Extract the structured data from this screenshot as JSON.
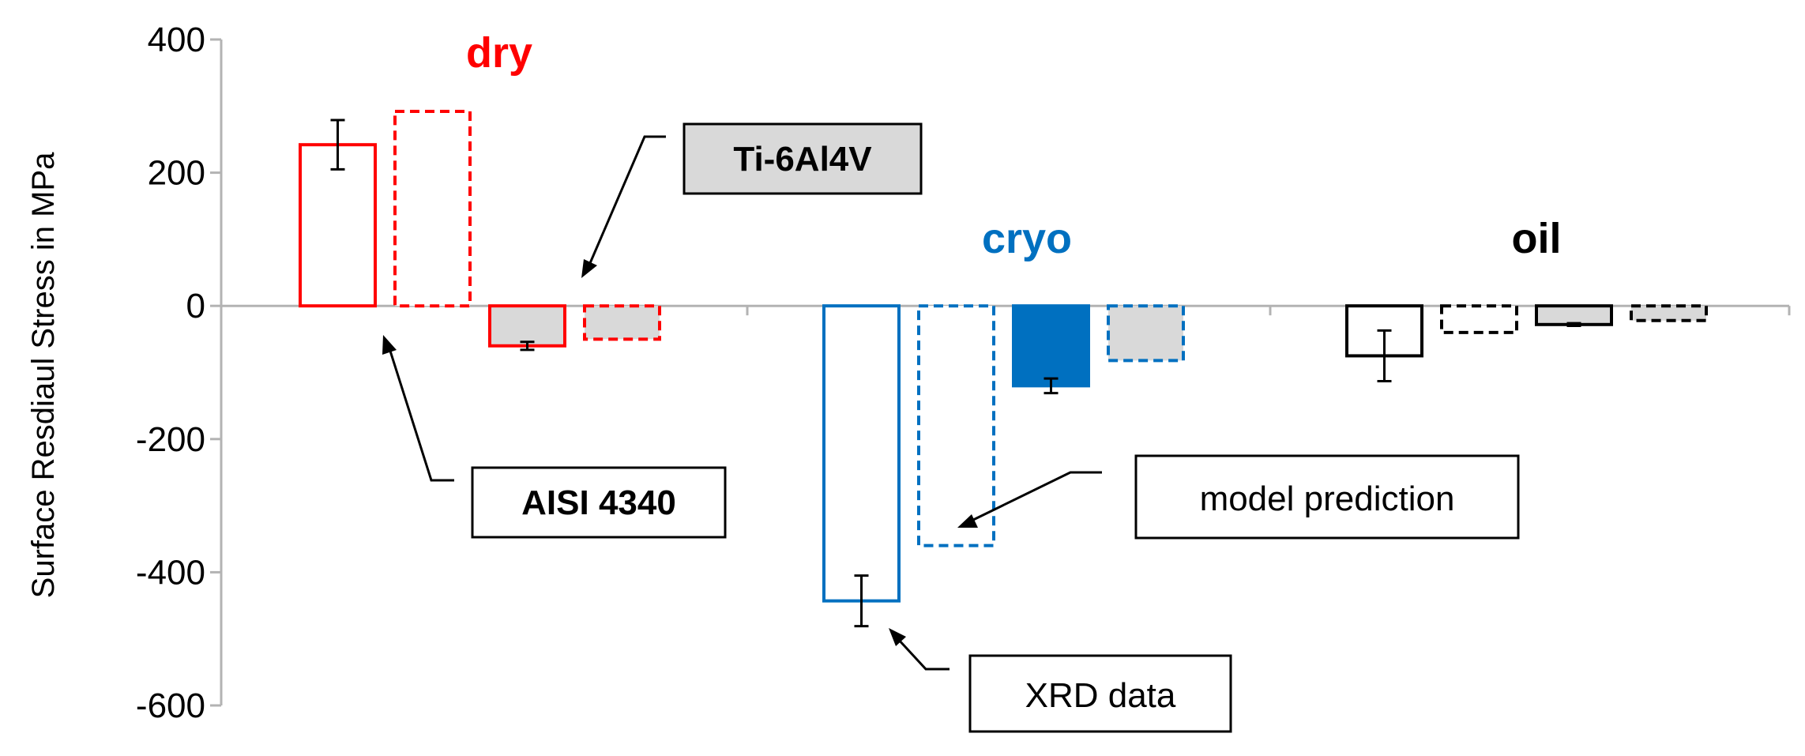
{
  "chart_data": {
    "type": "bar",
    "ylabel": "Surface Resdiaul Stress in MPa",
    "ylim": [
      -600,
      400
    ],
    "yticks": [
      400,
      200,
      0,
      -200,
      -400,
      -600
    ],
    "grid": false,
    "groups": [
      {
        "label": "dry",
        "color": "#ff0000",
        "bars": [
          {
            "material": "AISI 4340",
            "kind": "XRD data",
            "value": 242,
            "err": 37
          },
          {
            "material": "AISI 4340",
            "kind": "model prediction",
            "value": 292
          },
          {
            "material": "Ti-6Al4V",
            "kind": "XRD data",
            "value": -60,
            "err": 6
          },
          {
            "material": "Ti-6Al4V",
            "kind": "model prediction",
            "value": -50
          }
        ]
      },
      {
        "label": "cryo",
        "color": "#0070c0",
        "bars": [
          {
            "material": "AISI 4340",
            "kind": "XRD data",
            "value": -443,
            "err": 38
          },
          {
            "material": "AISI 4340",
            "kind": "model prediction",
            "value": -360
          },
          {
            "material": "Ti-6Al4V",
            "kind": "XRD data",
            "value": -120,
            "err": 11
          },
          {
            "material": "Ti-6Al4V",
            "kind": "model prediction",
            "value": -82
          }
        ]
      },
      {
        "label": "oil",
        "color": "#000000",
        "bars": [
          {
            "material": "AISI 4340",
            "kind": "XRD data",
            "value": -75,
            "err": 38
          },
          {
            "material": "AISI 4340",
            "kind": "model prediction",
            "value": -40
          },
          {
            "material": "Ti-6Al4V",
            "kind": "XRD data",
            "value": -28,
            "err": 2
          },
          {
            "material": "Ti-6Al4V",
            "kind": "model prediction",
            "value": -22
          }
        ]
      }
    ],
    "annotations": [
      "Ti-6Al4V",
      "AISI 4340",
      "model prediction",
      "XRD data"
    ]
  }
}
